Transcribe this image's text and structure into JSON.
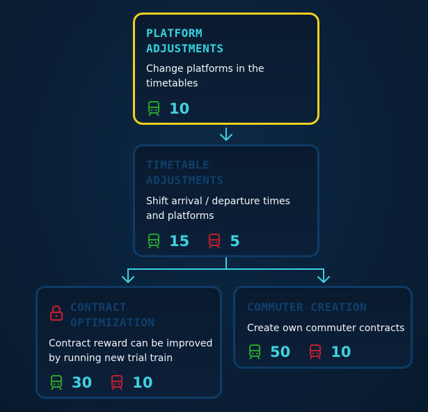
{
  "colors": {
    "accent": "#3fd2de",
    "selected_border": "#f2d21c",
    "locked_border": "#0e3a66",
    "green_train": "#2aa52a",
    "red_train": "#c0202e"
  },
  "nodes": {
    "platform": {
      "title": "PLATFORM ADJUSTMENTS",
      "desc": "Change platforms in the timetables",
      "green_cost": "10"
    },
    "timetable": {
      "title": "TIMETABLE ADJUSTMENTS",
      "desc": "Shift arrival / departure times and platforms",
      "green_cost": "15",
      "red_cost": "5"
    },
    "contract": {
      "title": "CONTRACT OPTIMIZATION",
      "desc": "Contract reward can be improved by running new trial train",
      "green_cost": "30",
      "red_cost": "10",
      "icon": "lock-icon"
    },
    "commuter": {
      "title": "COMMUTER CREATION",
      "desc": "Create own commuter contracts",
      "green_cost": "50",
      "red_cost": "10"
    }
  }
}
